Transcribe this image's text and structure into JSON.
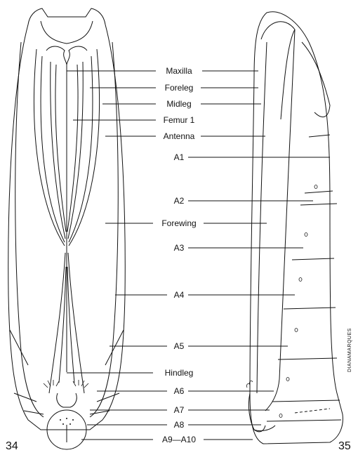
{
  "figure_numbers": {
    "left": "34",
    "right": "35"
  },
  "signature": "DIANAMARQUES",
  "labels": {
    "maxilla": "Maxilla",
    "foreleg": "Foreleg",
    "midleg": "Midleg",
    "femur1": "Femur 1",
    "antenna": "Antenna",
    "a1": "A1",
    "a2": "A2",
    "forewing": "Forewing",
    "a3": "A3",
    "a4": "A4",
    "a5": "A5",
    "hindleg": "Hindleg",
    "a6": "A6",
    "a7": "A7",
    "a8": "A8",
    "a9_a10": "A9—A10"
  }
}
